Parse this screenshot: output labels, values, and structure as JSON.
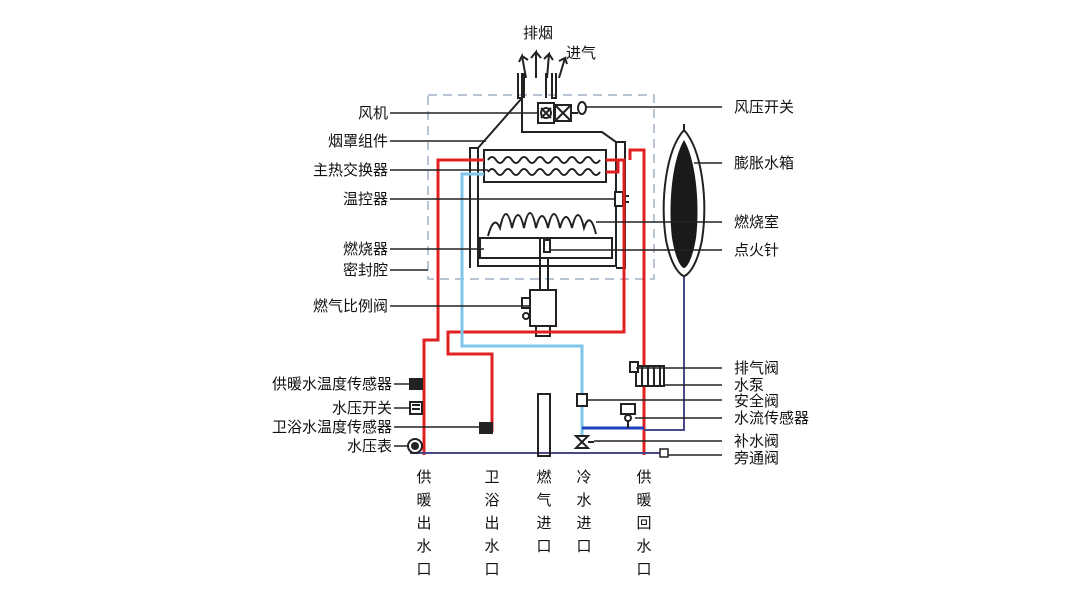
{
  "top_labels": {
    "exhaust": "排烟",
    "intake": "进气"
  },
  "left_labels": {
    "fan": "风机",
    "hood_assembly": "烟罩组件",
    "main_heat_exchanger": "主热交换器",
    "thermostat": "温控器",
    "burner": "燃烧器",
    "sealed_chamber": "密封腔",
    "gas_proportional_valve": "燃气比例阀",
    "heating_water_temp_sensor": "供暖水温度传感器",
    "water_pressure_switch": "水压开关",
    "bath_water_temp_sensor": "卫浴水温度传感器",
    "water_pressure_gauge": "水压表"
  },
  "right_labels": {
    "air_pressure_switch": "风压开关",
    "expansion_tank": "膨胀水箱",
    "combustion_chamber": "燃烧室",
    "igniter": "点火针",
    "air_vent_valve": "排气阀",
    "water_pump": "水泵",
    "safety_valve": "安全阀",
    "water_flow_sensor": "水流传感器",
    "refill_valve": "补水阀",
    "bypass_valve": "旁通阀"
  },
  "bottom_labels": {
    "heating_outlet": [
      "供",
      "暖",
      "出",
      "水",
      "口"
    ],
    "bath_outlet": [
      "卫",
      "浴",
      "出",
      "水",
      "口"
    ],
    "gas_inlet": [
      "燃",
      "气",
      "进",
      "口"
    ],
    "cold_water_inlet": [
      "冷",
      "水",
      "进",
      "口"
    ],
    "heating_return": [
      "供",
      "暖",
      "回",
      "水",
      "口"
    ]
  },
  "colors": {
    "hot_pipe": "#e02020",
    "cold_pipe": "#7fc4ea",
    "return_pipe": "#1e3fc0",
    "connector": "#4a4a8a",
    "outline": "#222222",
    "dashed_chamber": "#b8c4d4"
  }
}
